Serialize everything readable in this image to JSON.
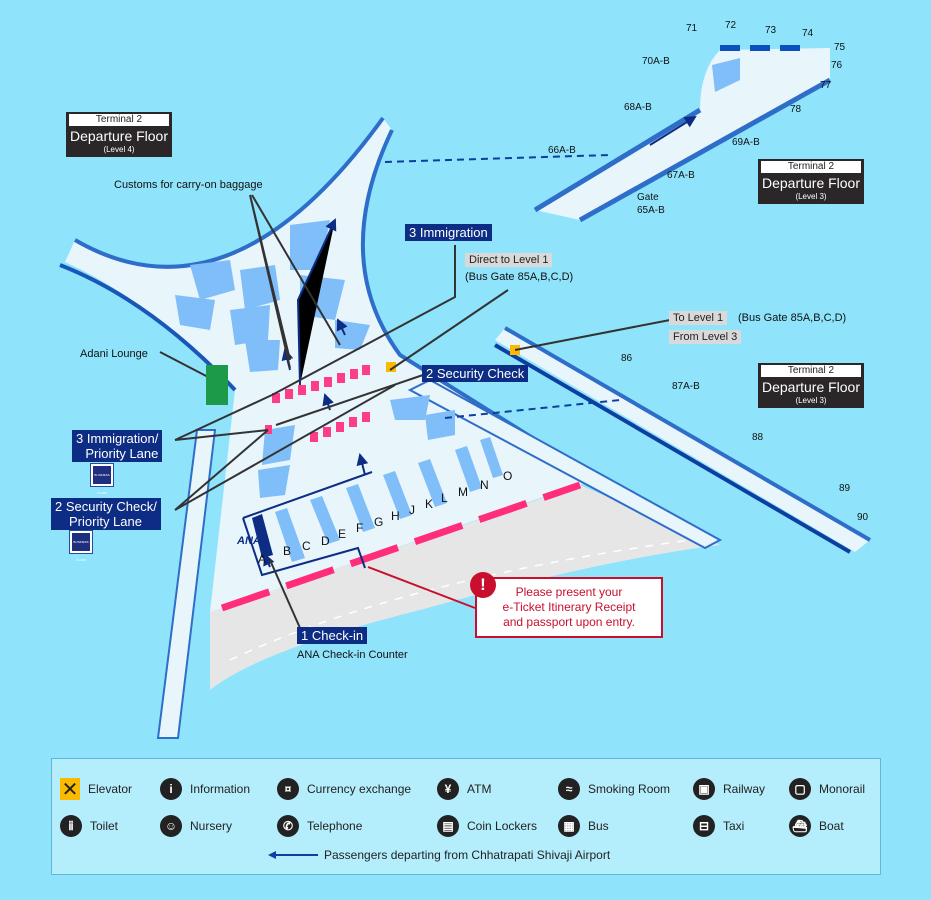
{
  "floors": [
    {
      "terminal": "Terminal 2",
      "title": "Departure Floor",
      "level": "(Level 4)"
    },
    {
      "terminal": "Terminal 2",
      "title": "Departure Floor",
      "level": "(Level 3)"
    },
    {
      "terminal": "Terminal 2",
      "title": "Departure Floor",
      "level": "(Level 3)"
    }
  ],
  "labels": {
    "customs": "Customs for carry-on baggage",
    "adani": "Adani Lounge",
    "direct_level1": "Direct to Level 1",
    "bus_gate_1": "(Bus Gate 85A,B,C,D)",
    "to_level1": "To Level 1",
    "bus_gate_2": "(Bus Gate 85A,B,C,D)",
    "from_level3": "From Level 3",
    "ana_counter": "ANA Check-in Counter",
    "ana_logo": "ANA",
    "business_class": "BUSINESS CLASS"
  },
  "steps": {
    "immigration": "3 Immigration",
    "security": "2 Security Check",
    "immigration_priority": [
      "3 Immigration/",
      "Priority Lane"
    ],
    "security_priority": [
      "2 Security Check/",
      "Priority Lane"
    ],
    "checkin": "1 Check-in"
  },
  "gates": {
    "north": [
      "71",
      "72",
      "73",
      "74",
      "75",
      "76",
      "77",
      "78",
      "70A-B",
      "68A-B",
      "69A-B",
      "66A-B",
      "67A-B",
      "Gate",
      "65A-B"
    ],
    "east": [
      "86",
      "87A-B",
      "88",
      "89",
      "90"
    ]
  },
  "counters": [
    "A",
    "B",
    "C",
    "D",
    "E",
    "F",
    "G",
    "H",
    "J",
    "K",
    "L",
    "M",
    "N",
    "O"
  ],
  "notice": {
    "icon": "!",
    "lines": [
      "Please present your",
      "e-Ticket Itinerary Receipt",
      "and passport upon entry."
    ]
  },
  "legend": {
    "items": [
      {
        "icon": "elevator-icon",
        "label": "Elevator"
      },
      {
        "icon": "information-icon",
        "label": "Information"
      },
      {
        "icon": "currency-exchange-icon",
        "label": "Currency exchange"
      },
      {
        "icon": "atm-icon",
        "label": "ATM"
      },
      {
        "icon": "smoking-room-icon",
        "label": "Smoking Room"
      },
      {
        "icon": "railway-icon",
        "label": "Railway"
      },
      {
        "icon": "monorail-icon",
        "label": "Monorail"
      },
      {
        "icon": "toilet-icon",
        "label": "Toilet"
      },
      {
        "icon": "nursery-icon",
        "label": "Nursery"
      },
      {
        "icon": "telephone-icon",
        "label": "Telephone"
      },
      {
        "icon": "coin-lockers-icon",
        "label": "Coin Lockers"
      },
      {
        "icon": "bus-icon",
        "label": "Bus"
      },
      {
        "icon": "taxi-icon",
        "label": "Taxi"
      },
      {
        "icon": "boat-icon",
        "label": "Boat"
      }
    ],
    "route": "Passengers departing from Chhatrapati Shivaji Airport"
  },
  "colors": {
    "water": "#8fe4fc",
    "floor": "#e8f5fb",
    "wall": "#2e6ec9",
    "dark": "#0c2d83",
    "pink": "#ff2d7a",
    "alert": "#c8102e"
  }
}
